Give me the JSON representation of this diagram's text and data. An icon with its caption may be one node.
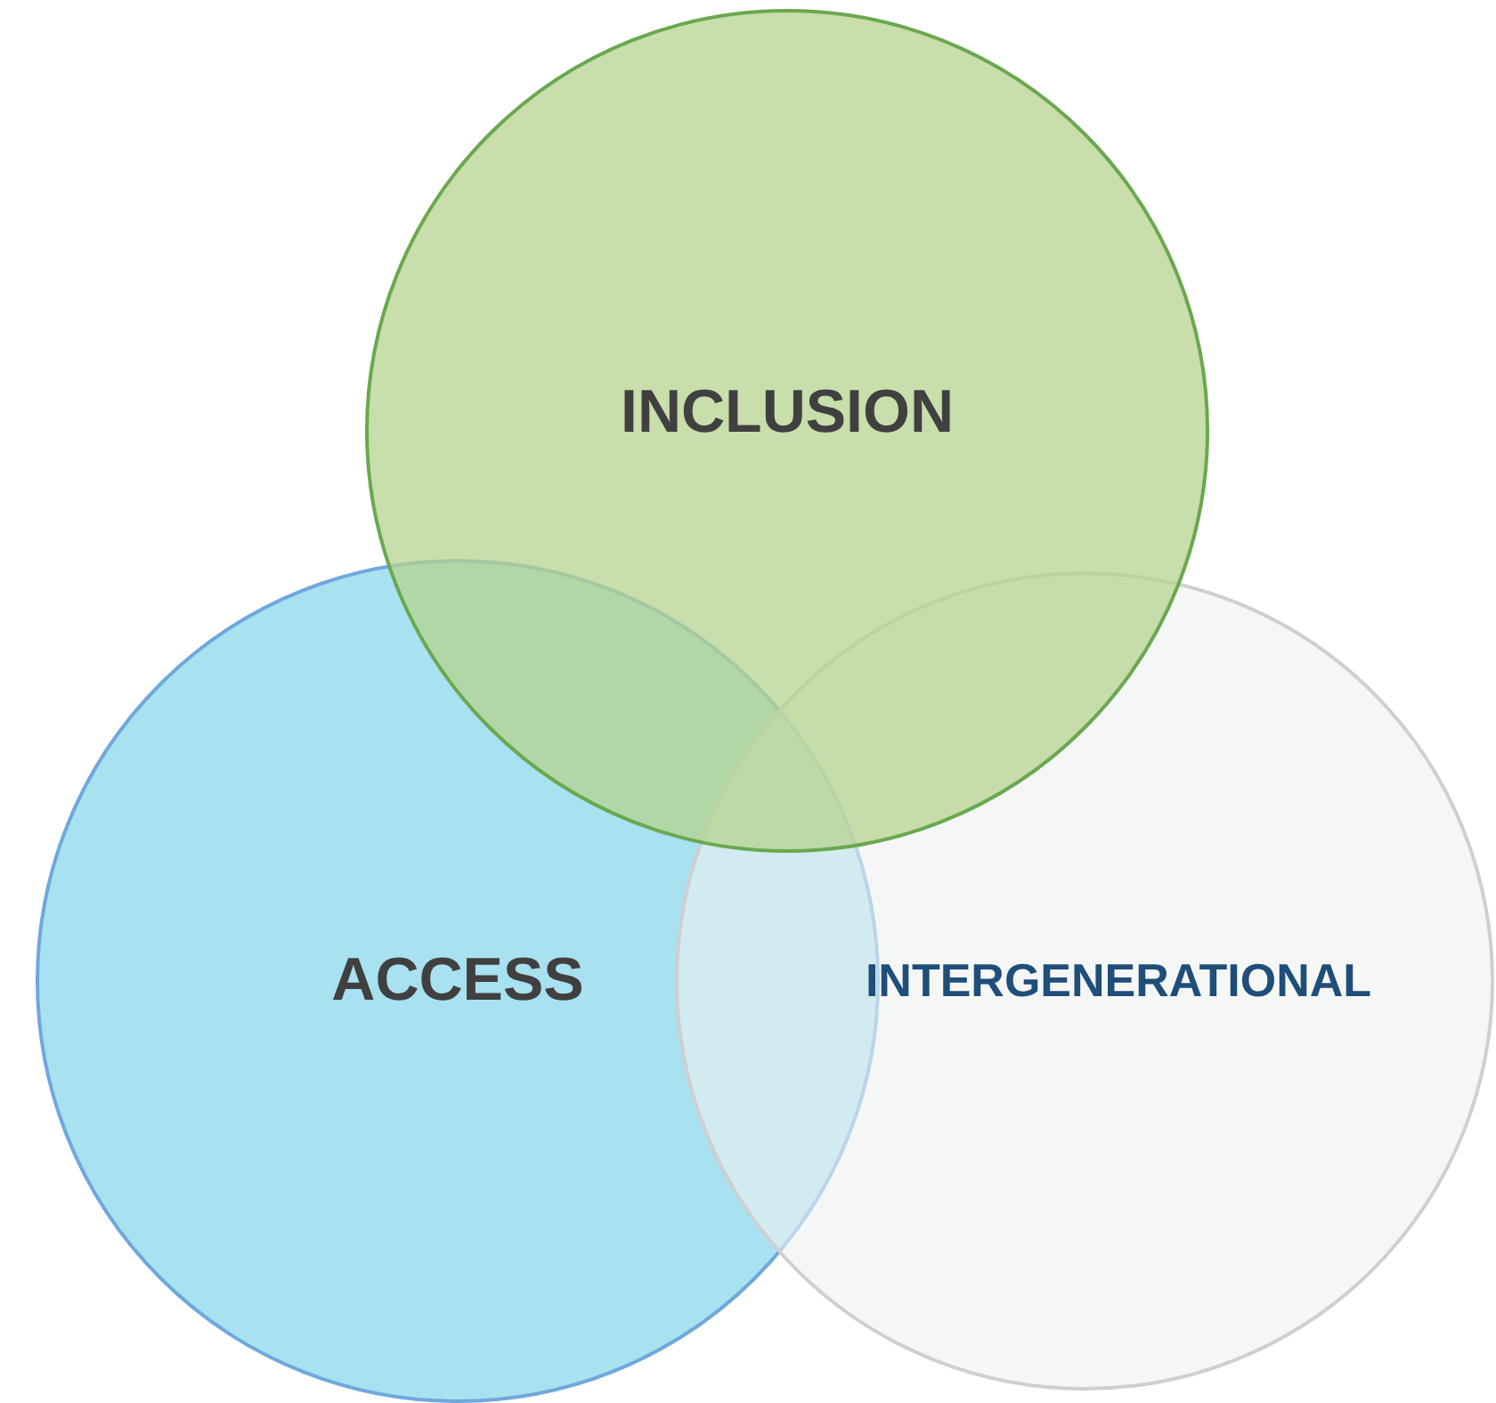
{
  "diagram": {
    "nodes": [
      {
        "text": [
          "INCLUSION"
        ]
      },
      {
        "text": [
          "ACCESS"
        ]
      },
      {
        "text": [
          "INTERGENERATIONAL"
        ]
      }
    ]
  }
}
